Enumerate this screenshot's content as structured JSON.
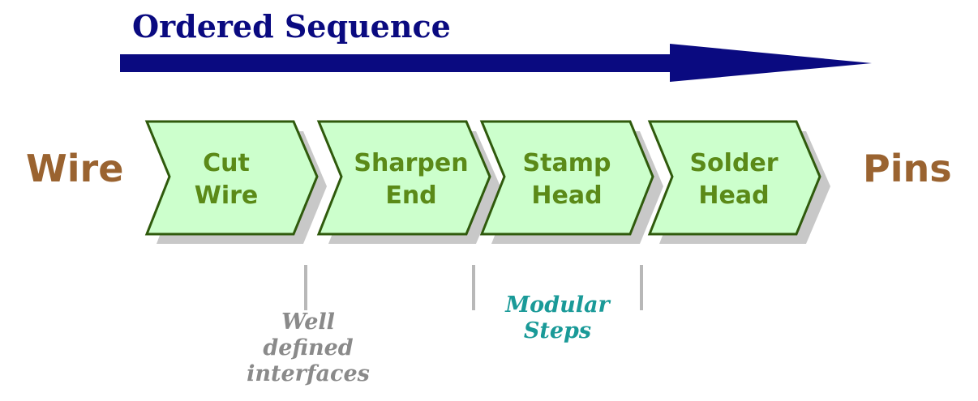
{
  "title": "Ordered Sequence",
  "input_label": "Wire",
  "output_label": "Pins",
  "steps": [
    {
      "line1": "Cut",
      "line2": "Wire"
    },
    {
      "line1": "Sharpen",
      "line2": "End"
    },
    {
      "line1": "Stamp",
      "line2": "Head"
    },
    {
      "line1": "Solder",
      "line2": "Head"
    }
  ],
  "notes": {
    "interfaces": [
      "Well",
      "defined",
      "interfaces"
    ],
    "modular": [
      "Modular",
      "Steps"
    ]
  },
  "colors": {
    "title": "#0a0a80",
    "arrow": "#0a0a80",
    "side_labels": "#9a6330",
    "step_fill": "#ccffcc",
    "step_stroke": "#2f5a0c",
    "step_text": "#5b8a18",
    "shadow": "#c8c8c8",
    "note_interfaces": "#8a8a8a",
    "note_modular": "#1a9a98",
    "divider": "#b8b8b8"
  }
}
